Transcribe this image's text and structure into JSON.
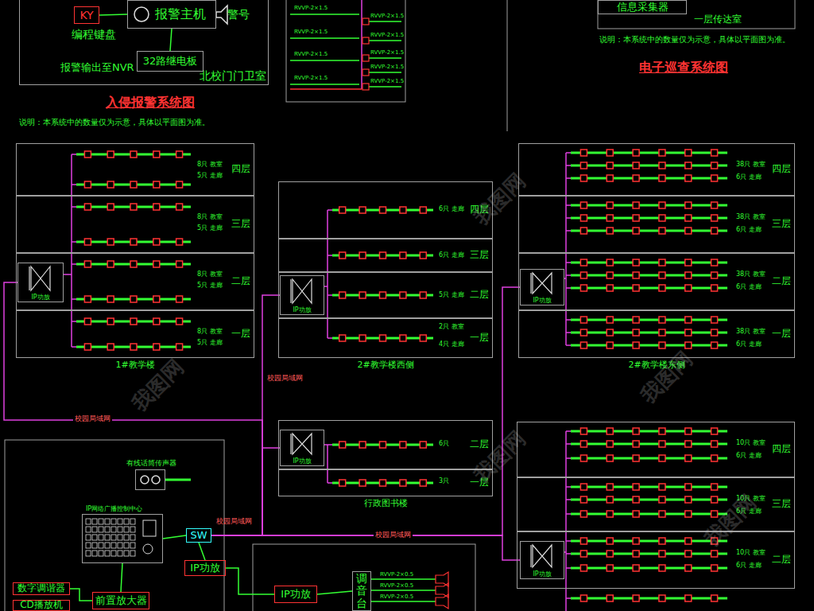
{
  "diagram": {
    "nodes": [
      {
        "text": [
          "北校门门卫室"
        ]
      },
      {
        "text": [
          "KY",
          "编程键盘"
        ],
        "in": 0
      },
      {
        "text": [
          "报警主机"
        ],
        "in": 0
      },
      {
        "text": [
          "32路继电板"
        ],
        "in": 0
      },
      {
        "text": [
          "信息采集器"
        ]
      },
      {
        "text": [
          "1#教学楼"
        ]
      },
      {
        "text": [
          "四层"
        ],
        "in": 5
      },
      {
        "text": [
          "三层"
        ],
        "in": 5
      },
      {
        "text": [
          "二层"
        ],
        "in": 5
      },
      {
        "text": [
          "一层"
        ],
        "in": 5
      },
      {
        "text": [
          "IP功放"
        ],
        "in": 8
      },
      {
        "text": [
          "2#教学楼西侧"
        ]
      },
      {
        "text": [
          "四层"
        ],
        "in": 11
      },
      {
        "text": [
          "三层"
        ],
        "in": 11
      },
      {
        "text": [
          "二层"
        ],
        "in": 11
      },
      {
        "text": [
          "一层"
        ],
        "in": 11
      },
      {
        "text": [
          "IP功放"
        ],
        "in": 14
      },
      {
        "text": [
          "2#教学楼东侧"
        ]
      },
      {
        "text": [
          "四层"
        ],
        "in": 17
      },
      {
        "text": [
          "三层"
        ],
        "in": 17
      },
      {
        "text": [
          "二层"
        ],
        "in": 17
      },
      {
        "text": [
          "一层"
        ],
        "in": 17
      },
      {
        "text": [
          "IP功放"
        ],
        "in": 20
      },
      {
        "text": [
          "行政图书楼"
        ]
      },
      {
        "text": [
          "二层"
        ],
        "in": 23
      },
      {
        "text": [
          "一层"
        ],
        "in": 23
      },
      {
        "text": [
          "IP功放"
        ],
        "in": 24
      },
      {
        "text": [
          "四层"
        ]
      },
      {
        "text": [
          "三层"
        ]
      },
      {
        "text": [
          "二层"
        ]
      },
      {
        "text": [
          "IP功放"
        ],
        "in": 29
      },
      {
        "text": [
          "有线话筒传声器"
        ]
      },
      {
        "text": [
          "IP网络广播控制中心"
        ]
      },
      {
        "text": [
          "SW"
        ]
      },
      {
        "text": [
          "IP功放"
        ]
      },
      {
        "text": [
          "前置放大器"
        ]
      },
      {
        "text": [
          "数字调谐器"
        ]
      },
      {
        "text": [
          "CD播放机"
        ]
      },
      {
        "text": [
          "IP功放"
        ]
      },
      {
        "text": [
          "调音台"
        ]
      }
    ],
    "edges": [
      {
        "from": 1,
        "to": 2,
        "arrow": "none"
      },
      {
        "from": 2,
        "to": 3,
        "arrow": "none"
      },
      {
        "from": 32,
        "to": 33,
        "arrow": "none"
      },
      {
        "from": 33,
        "to": 34,
        "arrow": "none"
      },
      {
        "from": 36,
        "to": 35,
        "arrow": "none"
      },
      {
        "from": 35,
        "to": 32,
        "arrow": "none"
      },
      {
        "from": 34,
        "to": 38,
        "arrow": "none"
      },
      {
        "from": 38,
        "to": 39,
        "arrow": "none"
      },
      {
        "from": 33,
        "to": 10,
        "arrow": "none"
      },
      {
        "from": 33,
        "to": 16,
        "arrow": "none"
      },
      {
        "from": 33,
        "to": 26,
        "arrow": "none"
      },
      {
        "from": 33,
        "to": 22,
        "arrow": "none"
      },
      {
        "from": 33,
        "to": 30,
        "arrow": "none"
      }
    ],
    "labels": [
      "警号",
      "报警输出至NVR",
      "入侵报警系统图",
      "说明：本系统中的数量仅为示意，具体以平面图为准。",
      "RVVP-2×1.5",
      "RVVP-2×1.5",
      "RVVP-2×1.5",
      "RVVP-2×1.5",
      "RVVP-2×1.5",
      "RVVP-2×1.5",
      "RVVP-2×1.5",
      "RVVP-2×1.5",
      "RVVP-2×1.5",
      "一层传达室",
      "说明：本系统中的数量仅为示意，具体以平面图为准。",
      "电子巡查系统图",
      "8只 教室",
      "5只 走廊",
      "8只 教室",
      "5只 走廊",
      "8只 教室",
      "5只 走廊",
      "8只 教室",
      "5只 走廊",
      "6只 走廊",
      "6只 走廊",
      "5只 走廊",
      "2只 教室",
      "4只 走廊",
      "38只 教室",
      "6只 走廊",
      "38只 教室",
      "6只 走廊",
      "38只 教室",
      "6只 走廊",
      "38只 教室",
      "6只 走廊",
      "6只",
      "3只",
      "10只 教室",
      "6只 走廊",
      "10只 教室",
      "6只 走廊",
      "10只 教室",
      "6只 走廊",
      "校园局域网",
      "校园局域网",
      "校园局域网",
      "校园局域网",
      "我图网",
      "我图网",
      "我图网",
      "我图网",
      "我图网",
      "RVVP-2×0.5",
      "RVVP-2×0.5",
      "RVVP-2×0.5"
    ]
  }
}
